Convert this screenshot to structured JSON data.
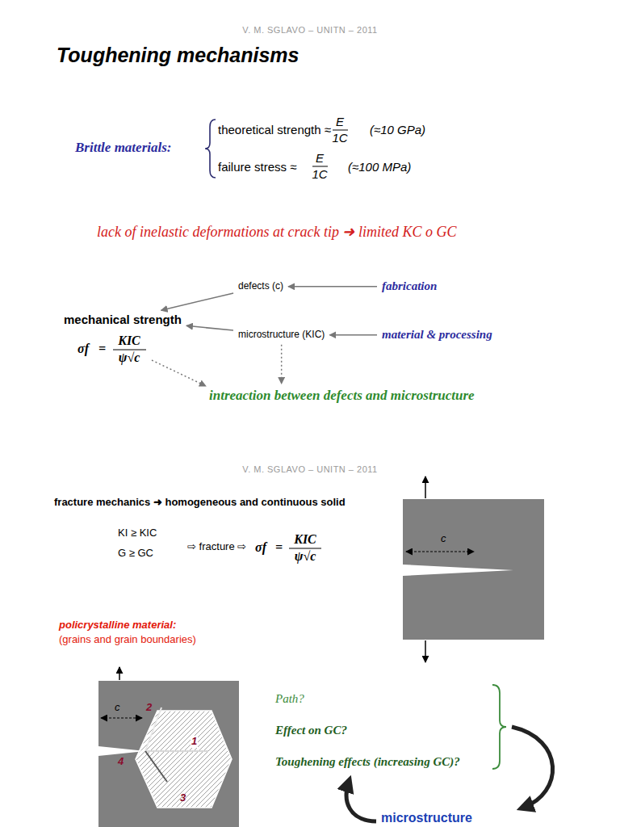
{
  "diagram": {
    "title": "Toughening mechanisms",
    "nodes": [
      {
        "text": [
          "mechanical strength"
        ]
      },
      {
        "text": [
          "defects (c)"
        ]
      },
      {
        "text": [
          "microstructure (KIC)"
        ]
      },
      {
        "text": [
          "fabrication"
        ]
      },
      {
        "text": [
          "material & processing"
        ]
      },
      {
        "text": [
          "intreaction between defects and microstructure"
        ]
      }
    ],
    "edges": [
      {
        "from": 3,
        "to": 1,
        "arrow": "to"
      },
      {
        "from": 4,
        "to": 2,
        "arrow": "to"
      },
      {
        "from": 1,
        "to": 0,
        "arrow": "to"
      },
      {
        "from": 2,
        "to": 0,
        "arrow": "to"
      },
      {
        "from": 2,
        "to": 5,
        "arrow": "to"
      }
    ],
    "labels": [
      "V. M. SGLAVO – UNITN – 2011",
      "Brittle materials:",
      "theoretical strength ≈",
      "E",
      "1C",
      "(≈10 GPa)",
      "failure stress ≈",
      "E",
      "1C",
      "(≈100 MPa)",
      "lack of inelastic deformations at crack tip ➜ limited KC o GC",
      "σf",
      "=",
      "KIC",
      "ψ√c",
      "V. M. SGLAVO – UNITN – 2011",
      "fracture mechanics ➜ homogeneous and continuous solid",
      "KI ≥ KIC",
      "G ≥ GC",
      "⇨ fracture ⇨",
      "σf",
      "=",
      "KIC",
      "ψ√c",
      "c",
      "policrystalline material:",
      "(grains and grain boundaries)",
      "c",
      "1",
      "2",
      "3",
      "4",
      "Path?",
      "Effect on GC?",
      "Toughening effects (increasing GC)?",
      "microstructure"
    ]
  }
}
